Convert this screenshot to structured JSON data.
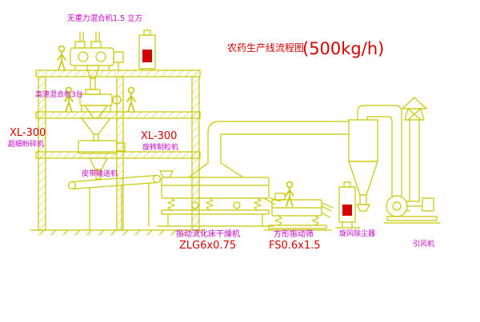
{
  "diagram": {
    "title": "农药生产线流程图",
    "capacity": "(500kg/h)",
    "labels": {
      "top_mixer": "无重力混合机1.5 立方",
      "high_speed_mixer": "高速混合机3台",
      "pulverizer_model": "XL-300",
      "pulverizer": "超细粉碎机",
      "granulator_model": "XL-300",
      "granulator": "旋转制粒机",
      "belt_conveyor": "皮带输送机",
      "fluid_bed_dryer": "振动流化床干燥机",
      "dryer_model": "ZLG6x0.75",
      "vibrating_screen": "方形振动筛",
      "screen_model": "FS0.6x1.5",
      "cyclone": "旋风除尘器",
      "induced_draft_fan": "引风机"
    },
    "colors": {
      "line": "#c8c800",
      "label": "#c400c4",
      "accent": "#d40000",
      "background": "#ffffff"
    }
  }
}
